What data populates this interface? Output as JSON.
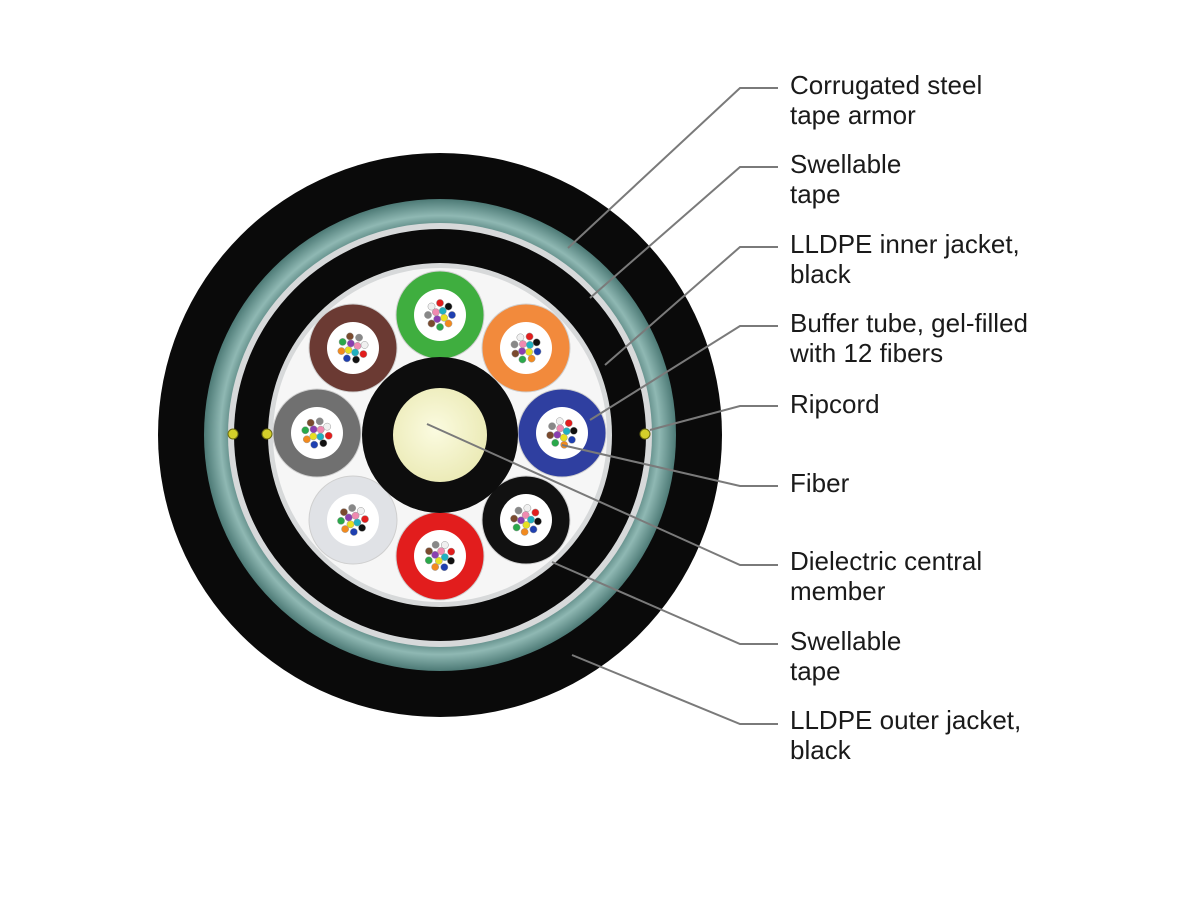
{
  "colors": {
    "outer_jacket": "#0a0a0a",
    "armor": "#5f8a86",
    "armor_light": "#9fc3bf",
    "inner_jacket": "#0a0a0a",
    "swellable_tape": "#d7d9da",
    "core_fill": "#f6f6f6",
    "central_member_jacket": "#0d0d0d",
    "central_member": "#f4f4cc",
    "ripcord": "#d4cf2a",
    "leader_line": "#7a7a7a"
  },
  "buffer_tube_colors": [
    "#3fae3f",
    "#f28a3c",
    "#2f3fa0",
    "#111111",
    "#e21d1d",
    "#e0e2e6",
    "#707070",
    "#6b3a33"
  ],
  "fiber_colors": [
    "#1e3fb0",
    "#f28a1e",
    "#2aa84a",
    "#7a4a2e",
    "#888888",
    "#f0f0f0",
    "#e21d1d",
    "#111111",
    "#e8e020",
    "#8a3fb0",
    "#f08ab0",
    "#20b0c0"
  ],
  "labels": [
    {
      "id": "corrugated-steel-tape-armor",
      "lines": [
        "Corrugated steel",
        "tape armor"
      ]
    },
    {
      "id": "swellable-tape-outer",
      "lines": [
        "Swellable",
        "tape"
      ]
    },
    {
      "id": "lldpe-inner-jacket",
      "lines": [
        "LLDPE inner jacket,",
        "black"
      ]
    },
    {
      "id": "buffer-tube",
      "lines": [
        "Buffer tube, gel-filled",
        "with 12 fibers"
      ]
    },
    {
      "id": "ripcord",
      "lines": [
        "Ripcord"
      ]
    },
    {
      "id": "fiber",
      "lines": [
        "Fiber"
      ]
    },
    {
      "id": "dielectric-central-member",
      "lines": [
        "Dielectric central",
        "member"
      ]
    },
    {
      "id": "swellable-tape-inner",
      "lines": [
        "Swellable",
        "tape"
      ]
    },
    {
      "id": "lldpe-outer-jacket",
      "lines": [
        "LLDPE outer jacket,",
        "black"
      ]
    }
  ]
}
